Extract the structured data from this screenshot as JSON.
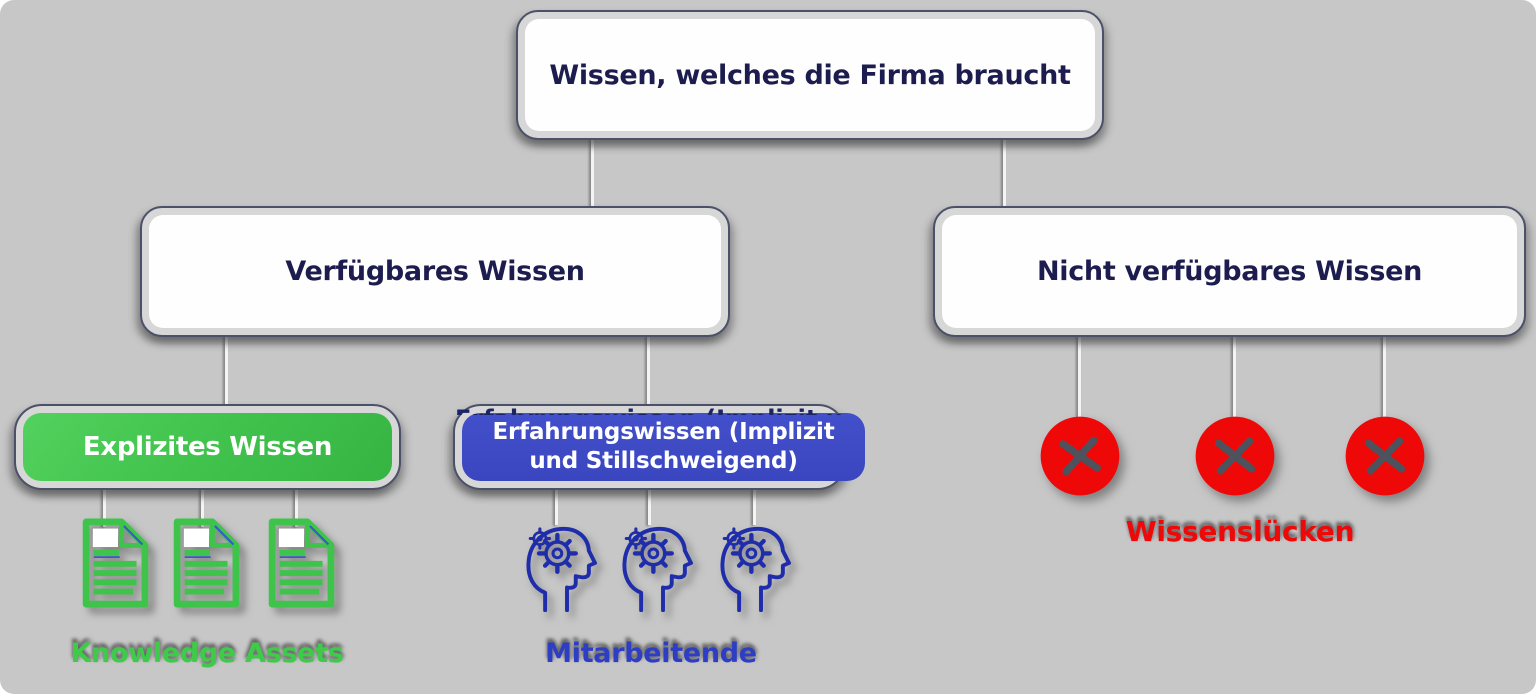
{
  "diagram": {
    "title_node": {
      "label": "Wissen, welches die Firma braucht"
    },
    "available": {
      "label": "Verfügbares Wissen"
    },
    "not_available": {
      "label": "Nicht verfügbares Wissen"
    },
    "explicit": {
      "label": "Explizites Wissen",
      "color": "#3fc24b"
    },
    "experience": {
      "label": "Erfahrungswissen (Implizit und Stillschweigend)",
      "color": "#3c48c3"
    },
    "captions": {
      "knowledge_assets": {
        "text": "Knowledge Assets",
        "color": "#3ecb49"
      },
      "mitarbeitende": {
        "text": "Mitarbeitende",
        "color": "#2e3ec4"
      },
      "wissensluecken": {
        "text": "Wissenslücken",
        "color": "#ee0808"
      }
    },
    "icons": {
      "document": {
        "name": "document-icon",
        "color": "#3ec44b",
        "count": 3
      },
      "head_gears": {
        "name": "head-gears-icon",
        "color": "#1f2dab",
        "count": 3
      },
      "x_circle": {
        "name": "x-circle-icon",
        "color": "#ee0808",
        "count": 3
      }
    },
    "colors": {
      "background": "#c7c7c7",
      "node_text": "#1c1c4e",
      "node_fill": "#fefefe",
      "connector": "#f4f4f4"
    }
  }
}
